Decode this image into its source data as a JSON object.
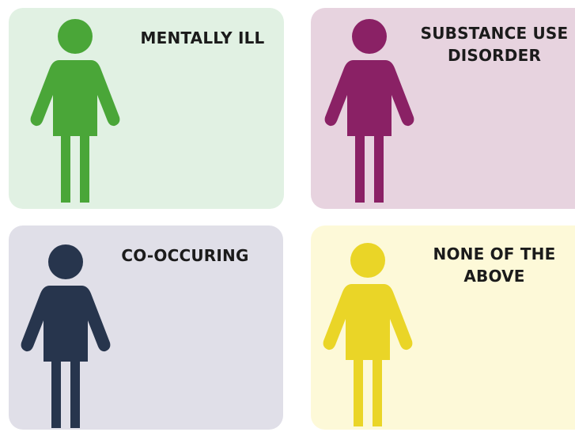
{
  "cards": [
    {
      "label": "MENTALLY ILL",
      "background": "#e1f1e3",
      "figure_color": "#4aa638",
      "icon": "person-icon"
    },
    {
      "label": "SUBSTANCE USE\nDISORDER",
      "background": "#e7d3df",
      "figure_color": "#8a2165",
      "icon": "person-icon"
    },
    {
      "label": "CO-OCCURING",
      "background": "#e0dfe8",
      "figure_color": "#27354d",
      "icon": "person-icon"
    },
    {
      "label": "NONE OF THE\nABOVE",
      "background": "#fdf9d8",
      "figure_color": "#ead527",
      "icon": "person-icon"
    }
  ]
}
